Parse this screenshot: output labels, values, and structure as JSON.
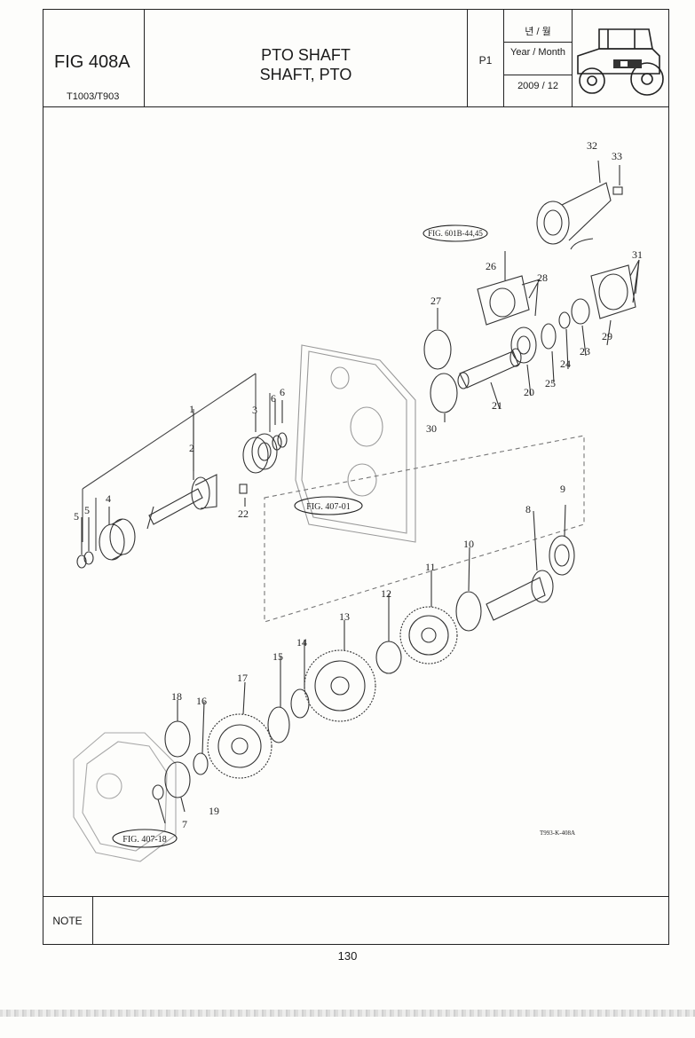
{
  "header": {
    "fig_number": "FIG 408A",
    "models": "T1003/T903",
    "title_line1": "PTO SHAFT",
    "title_line2": "SHAFT, PTO",
    "page_code": "P1",
    "date_label_kr": "년 / 월",
    "date_label_en": "Year / Month",
    "date_value": "2009 / 12",
    "logo_icon": "tractor-icon"
  },
  "diagram": {
    "part_labels": [
      "1",
      "2",
      "3",
      "4",
      "5",
      "5",
      "6",
      "6",
      "7",
      "8",
      "9",
      "10",
      "11",
      "12",
      "13",
      "14",
      "15",
      "16",
      "17",
      "18",
      "19",
      "20",
      "21",
      "22",
      "23",
      "24",
      "25",
      "26",
      "27",
      "28",
      "29",
      "30",
      "31",
      "32",
      "33"
    ],
    "refs": [
      "FIG. 601B-44,45",
      "FIG. 407-01",
      "FIG. 407-18"
    ],
    "drawing_code": "T993-K-408A"
  },
  "footer": {
    "note_label": "NOTE",
    "note_text": "",
    "page_number": "130"
  }
}
